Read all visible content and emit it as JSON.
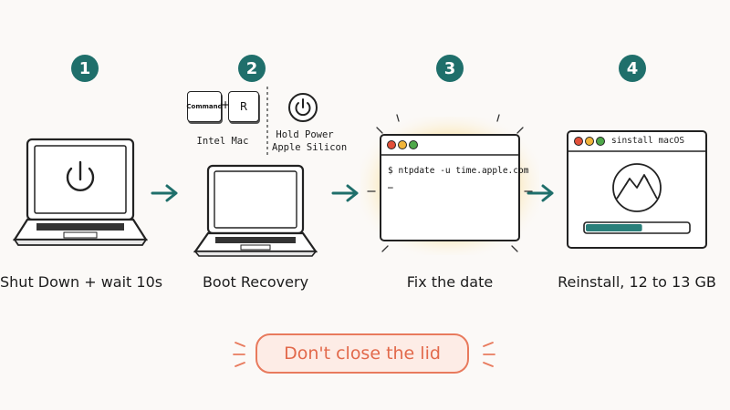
{
  "steps": [
    {
      "number": "1",
      "caption": "Shut Down + wait 10s"
    },
    {
      "number": "2",
      "caption": "Boot Recovery",
      "intel": {
        "key1": "Command",
        "plus": "+",
        "key2": "R",
        "label": "Intel Mac"
      },
      "apple": {
        "line1": "Hold Power",
        "line2": "Apple Silicon"
      }
    },
    {
      "number": "3",
      "caption": "Fix the date",
      "terminal_command": "$ ntpdate -u time.apple.com",
      "cursor": "_"
    },
    {
      "number": "4",
      "caption": "Reinstall, 12 to 13 GB",
      "window_title": "sinstall macOS",
      "progress": 0.55
    }
  ],
  "warning": "Don't close the lid",
  "colors": {
    "accent": "#1f6f6b",
    "warning": "#e2694b",
    "glow": "#f8d98a",
    "progress": "#2a7f7a"
  },
  "icons": [
    "power-icon",
    "arrow-right-icon",
    "mountain-icon"
  ]
}
